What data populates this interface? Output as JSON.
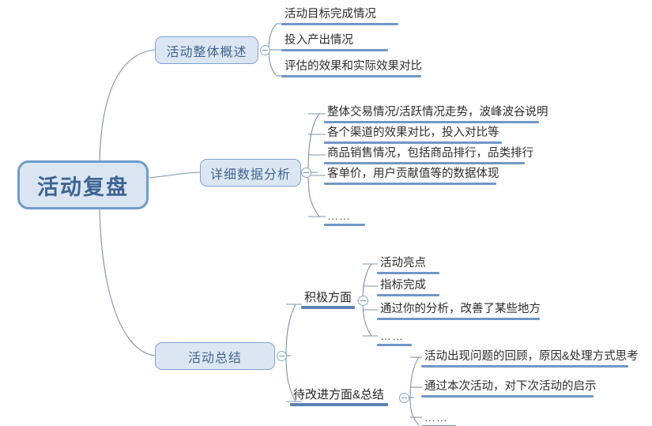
{
  "diagram": {
    "type": "mind-map",
    "title": "活动复盘",
    "colors": {
      "node_fill": "#dce6f2",
      "node_border": "#7ba3d0",
      "node_text": "#3f6590",
      "bar": "#6f97c4",
      "leaf_text": "#2c2c2c",
      "connector": "#7b93ad",
      "background": "#ffffff"
    },
    "root": {
      "label": "活动复盘"
    },
    "branches": [
      {
        "label": "活动整体概述",
        "toggle": "collapse-toggle",
        "children": [
          {
            "label": "活动目标完成情况"
          },
          {
            "label": "投入产出情况"
          },
          {
            "label": "评估的效果和实际效果对比"
          }
        ]
      },
      {
        "label": "详细数据分析",
        "toggle": "collapse-toggle",
        "children": [
          {
            "label": "整体交易情况/活跃情况走势，波峰波谷说明"
          },
          {
            "label": "各个渠道的效果对比，投入对比等"
          },
          {
            "label": "商品销售情况，包括商品排行，品类排行"
          },
          {
            "label": "客单价，用户贡献值等的数据体现"
          },
          {
            "label": "……"
          }
        ]
      },
      {
        "label": "活动总结",
        "toggle": "collapse-toggle",
        "subbranches": [
          {
            "label": "积极方面",
            "toggle": "collapse-toggle",
            "children": [
              {
                "label": "活动亮点"
              },
              {
                "label": "指标完成"
              },
              {
                "label": "通过你的分析，改善了某些地方"
              },
              {
                "label": "……"
              }
            ]
          },
          {
            "label": "待改进方面&总结",
            "toggle": "collapse-toggle",
            "children": [
              {
                "label": "活动出现问题的回顾，原因&处理方式思考"
              },
              {
                "label": "通过本次活动，对下次活动的启示"
              },
              {
                "label": "……"
              }
            ]
          }
        ]
      }
    ]
  }
}
